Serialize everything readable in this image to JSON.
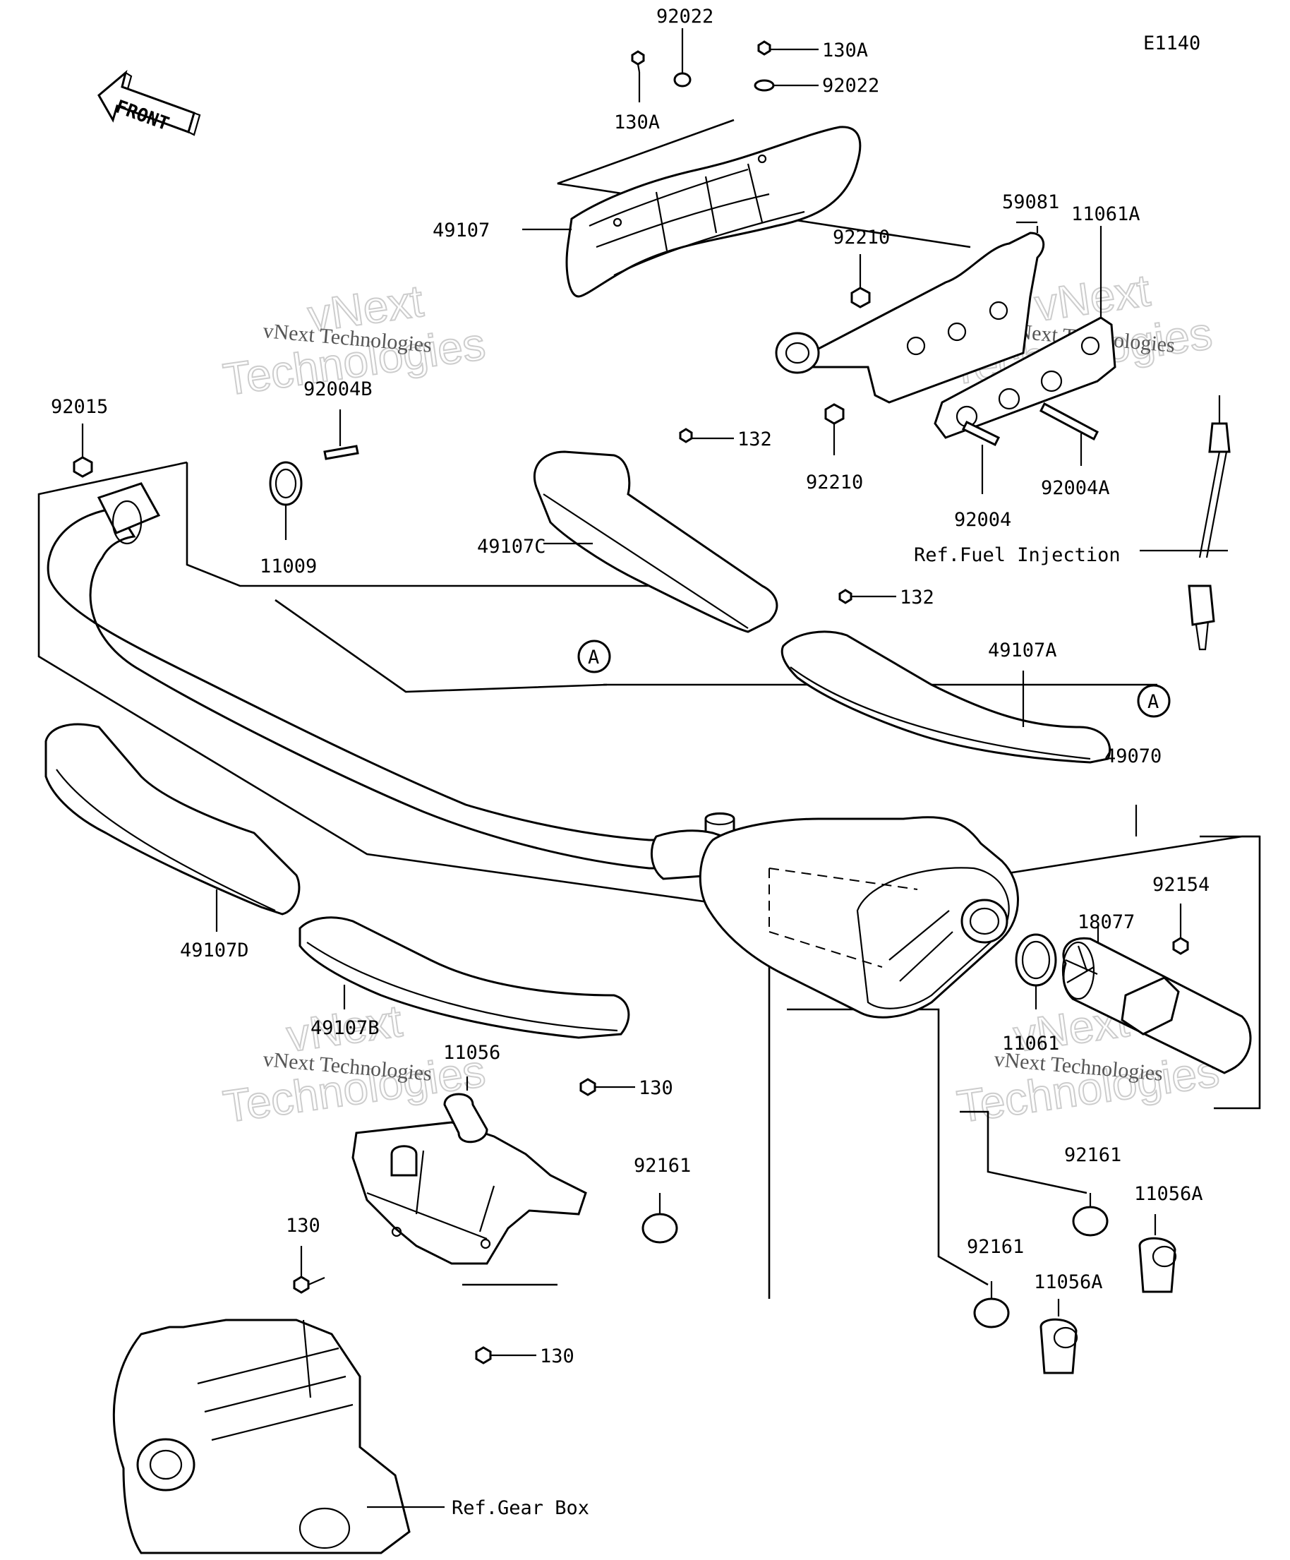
{
  "diagram_code": "E1140",
  "front_label": "FRONT",
  "ref_fuel_injection": "Ref.Fuel Injection",
  "ref_gear_box": "Ref.Gear Box",
  "circle_marker": "A",
  "watermark": {
    "line1": "vNext",
    "line2": "Technologies",
    "caption": "vNext Technologies"
  },
  "labels": {
    "p92022_top": "92022",
    "p130A_right": "130A",
    "p92022_right": "92022",
    "p130A_left": "130A",
    "p59081": "59081",
    "p49107": "49107",
    "p92210_top": "92210",
    "p11061A": "11061A",
    "p92015": "92015",
    "p92004B": "92004B",
    "p132_top": "132",
    "p92210_bot": "92210",
    "p92004A": "92004A",
    "p11009": "11009",
    "p49107C": "49107C",
    "p92004": "92004",
    "p132_mid": "132",
    "p49107A": "49107A",
    "p49070": "49070",
    "p92154": "92154",
    "p18077": "18077",
    "p49107D": "49107D",
    "p49107B": "49107B",
    "p11061": "11061",
    "p11056": "11056",
    "p130_top": "130",
    "p92161_a": "92161",
    "p92161_b": "92161",
    "p11056A_a": "11056A",
    "p130_left": "130",
    "p92161_c": "92161",
    "p11056A_b": "11056A",
    "p130_bot": "130"
  }
}
